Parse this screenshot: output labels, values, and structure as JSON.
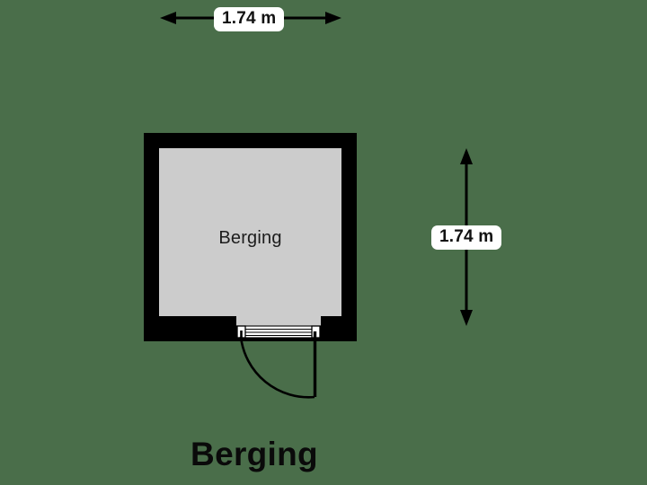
{
  "plan": {
    "title": "Berging",
    "background_color": "#4a6e4a",
    "wall_color": "#000000",
    "floor_color": "#cccccc",
    "room": {
      "name": "Berging",
      "label": "Berging"
    },
    "dimensions": {
      "top": {
        "value": "1.74 m",
        "orientation": "horizontal",
        "arrow_color": "#000000",
        "badge_color": "#ffffff"
      },
      "right": {
        "value": "1.74 m",
        "orientation": "vertical",
        "arrow_color": "#000000",
        "badge_color": "#ffffff"
      }
    },
    "door": {
      "name": "door",
      "swing": "left-hinge",
      "leaf_color": "#000000",
      "threshold_color": "#ffffff"
    }
  }
}
